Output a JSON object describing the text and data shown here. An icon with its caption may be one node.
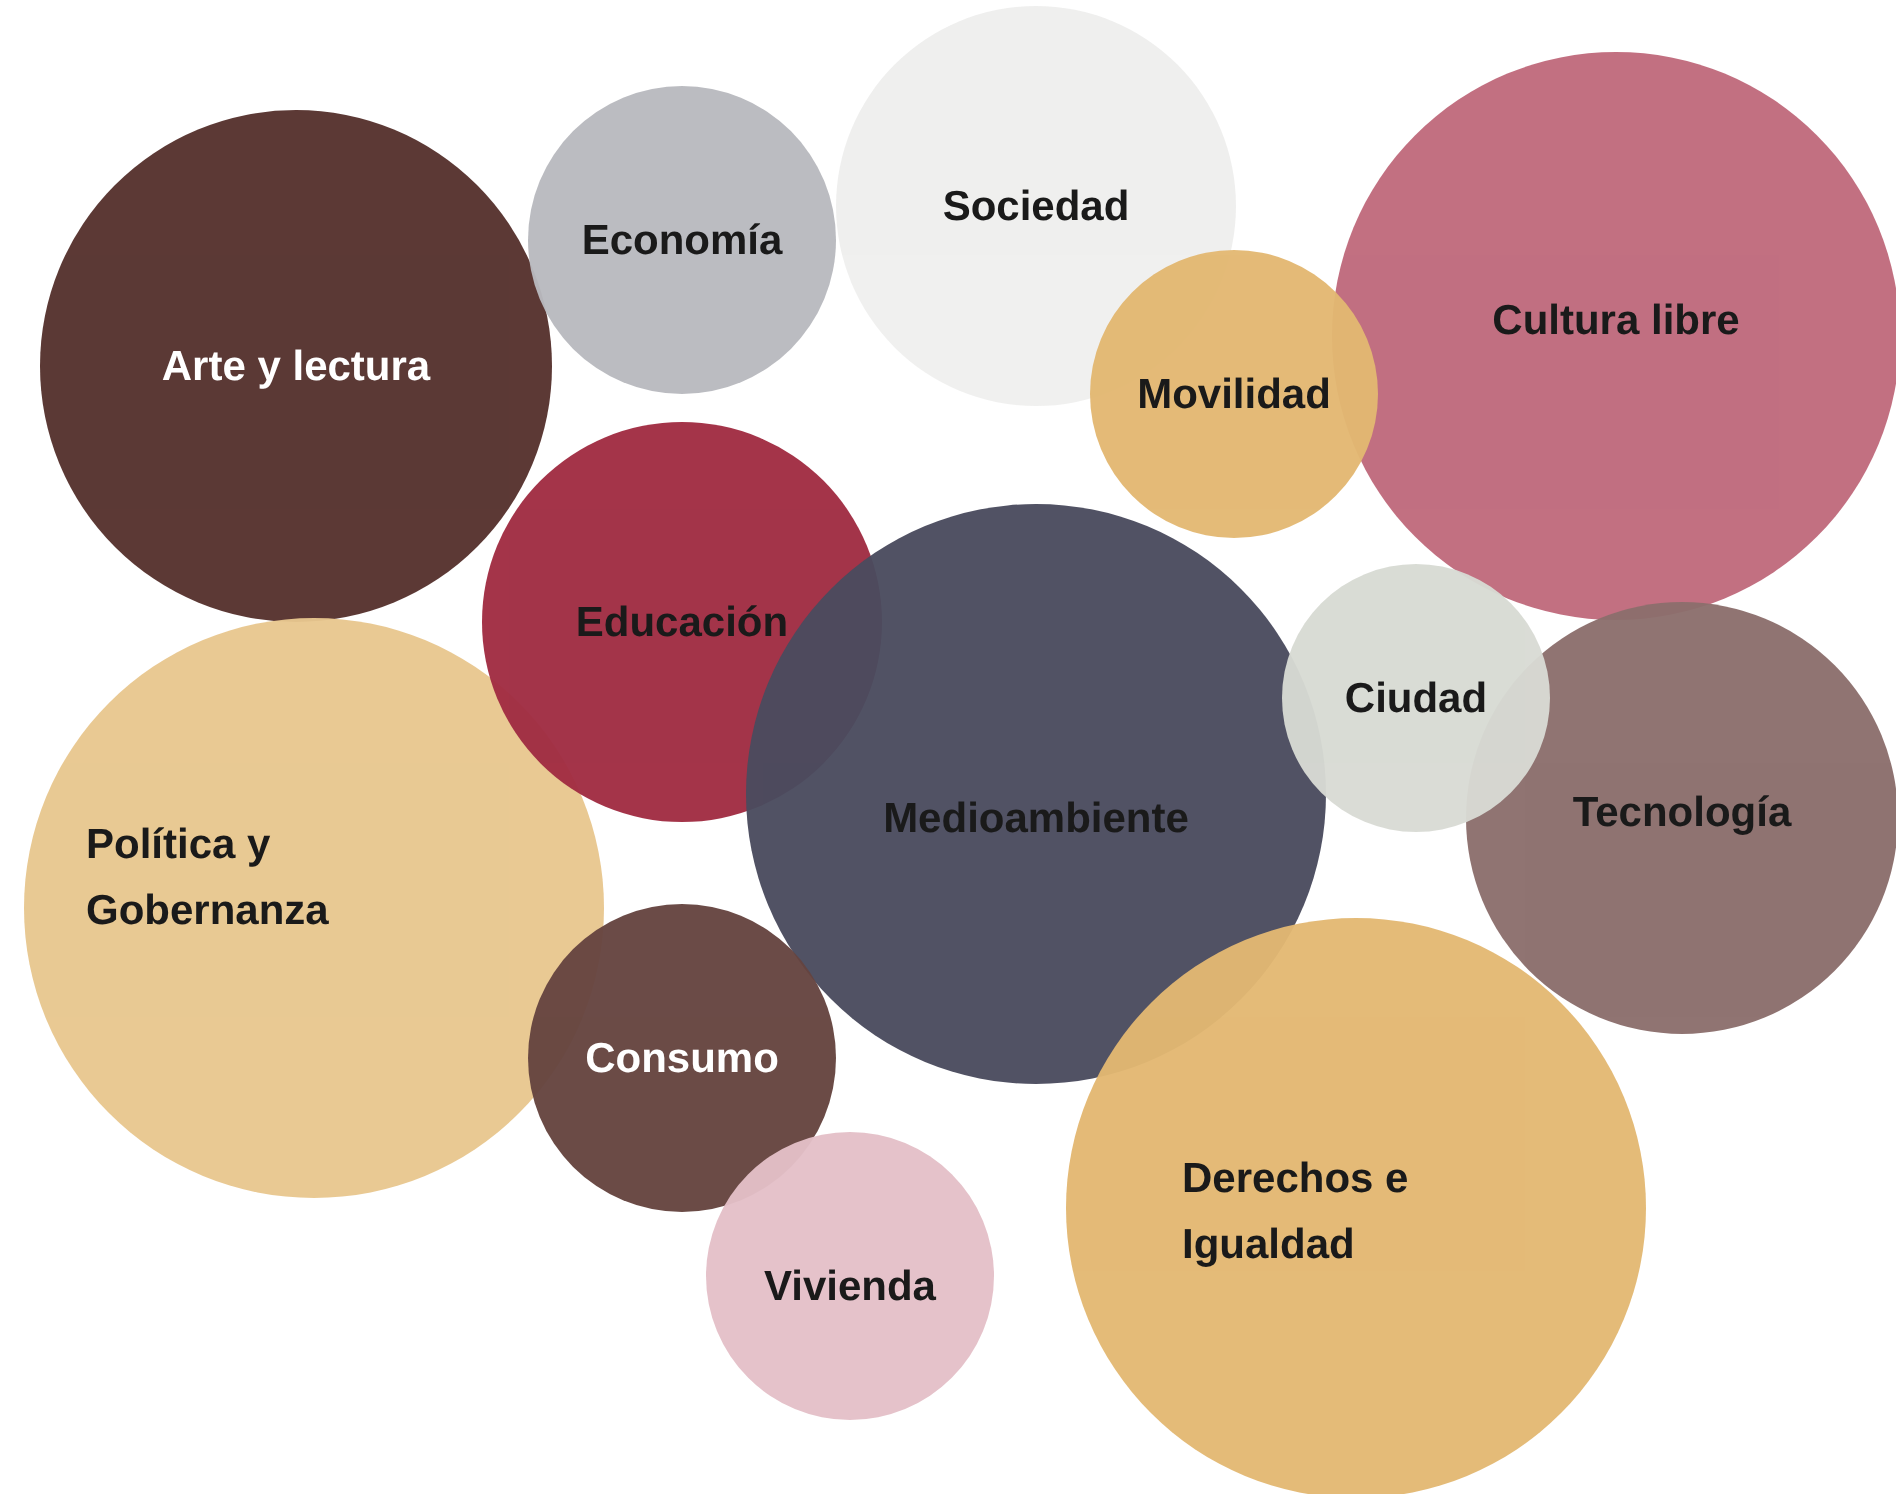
{
  "diagram": {
    "nodes": [
      {
        "text": [
          "Arte y lectura"
        ]
      },
      {
        "text": [
          "Economía"
        ]
      },
      {
        "text": [
          "Sociedad"
        ]
      },
      {
        "text": [
          "Movilidad"
        ]
      },
      {
        "text": [
          "Cultura libre"
        ]
      },
      {
        "text": [
          "Educación"
        ]
      },
      {
        "text": [
          "Medioambiente"
        ]
      },
      {
        "text": [
          "Ciudad"
        ]
      },
      {
        "text": [
          "Tecnología"
        ]
      },
      {
        "text": [
          "Política y Gobernanza"
        ]
      },
      {
        "text": [
          "Consumo"
        ]
      },
      {
        "text": [
          "Derechos e Igualdad"
        ]
      },
      {
        "text": [
          "Vivienda"
        ]
      }
    ]
  }
}
